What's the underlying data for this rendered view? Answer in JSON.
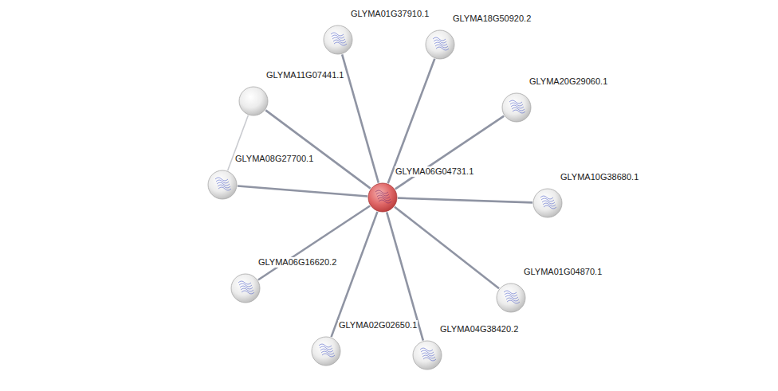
{
  "diagram": {
    "nodes": [
      {
        "text": [
          "GLYMA01G37910.1"
        ]
      },
      {
        "text": [
          "GLYMA18G50920.2"
        ]
      },
      {
        "text": [
          "GLYMA11G07441.1"
        ]
      },
      {
        "text": [
          "GLYMA20G29060.1"
        ]
      },
      {
        "text": [
          "GLYMA08G27700.1"
        ]
      },
      {
        "text": [
          "GLYMA06G04731.1"
        ]
      },
      {
        "text": [
          "GLYMA10G38680.1"
        ]
      },
      {
        "text": [
          "GLYMA06G16620.2"
        ]
      },
      {
        "text": [
          "GLYMA01G04870.1"
        ]
      },
      {
        "text": [
          "GLYMA02G02650.1"
        ]
      },
      {
        "text": [
          "GLYMA04G38420.2"
        ]
      }
    ],
    "edges": [
      {
        "from": 2,
        "to": 4,
        "arrow": "none"
      },
      {
        "from": 5,
        "to": 0,
        "arrow": "none"
      },
      {
        "from": 5,
        "to": 1,
        "arrow": "none"
      },
      {
        "from": 5,
        "to": 2,
        "arrow": "none"
      },
      {
        "from": 5,
        "to": 3,
        "arrow": "none"
      },
      {
        "from": 5,
        "to": 4,
        "arrow": "none"
      },
      {
        "from": 5,
        "to": 6,
        "arrow": "none"
      },
      {
        "from": 5,
        "to": 7,
        "arrow": "none"
      },
      {
        "from": 5,
        "to": 8,
        "arrow": "none"
      },
      {
        "from": 5,
        "to": 9,
        "arrow": "none"
      },
      {
        "from": 5,
        "to": 10,
        "arrow": "none"
      }
    ]
  }
}
